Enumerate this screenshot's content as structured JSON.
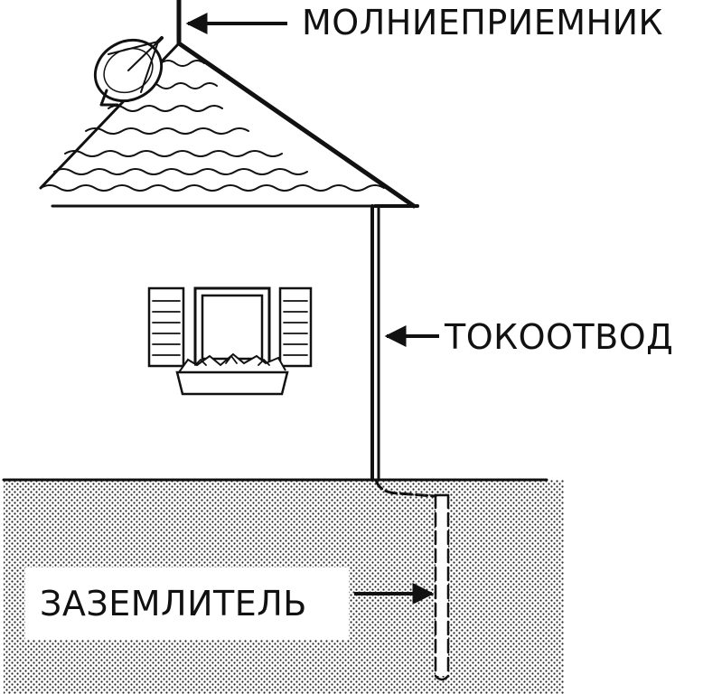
{
  "labels": {
    "lightning_rod": "МОЛНИЕПРИЕМНИК",
    "down_conductor": "ТОКООТВОД",
    "ground_electrode": "ЗАЗЕМЛИТЕЛЬ"
  },
  "colors": {
    "ink": "#111111",
    "paper": "#ffffff",
    "ground_dots": "#222222"
  },
  "icons": [
    "satellite-dish-icon",
    "flower-box-icon"
  ]
}
